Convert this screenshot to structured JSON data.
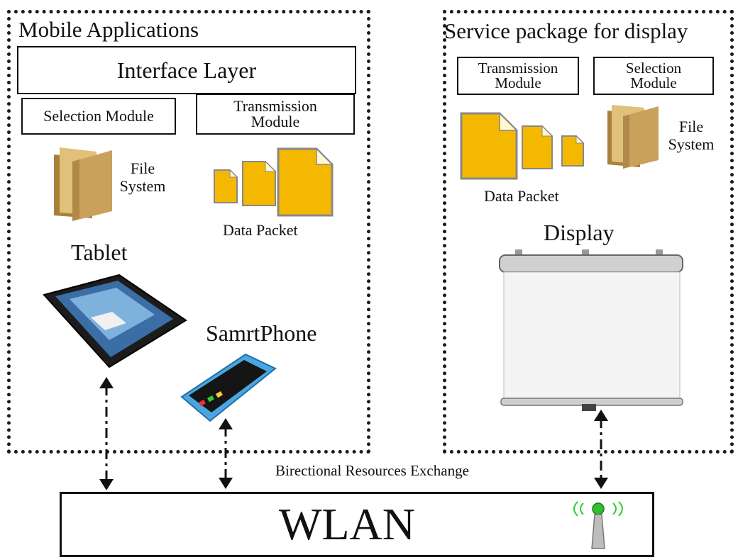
{
  "left_panel": {
    "title": "Mobile Applications",
    "interface_layer": "Interface Layer",
    "selection_module": "Selection Module",
    "transmission_module": "Transmission Module",
    "file_system": "File System",
    "data_packet": "Data Packet",
    "tablet": "Tablet",
    "smartphone": "SamrtPhone"
  },
  "right_panel": {
    "title": "Service package for display",
    "transmission_module": "Transmission Module",
    "selection_module": "Selection Module",
    "file_system": "File System",
    "data_packet": "Data Packet",
    "display": "Display"
  },
  "exchange_label": "Birectional Resources Exchange",
  "wlan_label": "WLAN",
  "colors": {
    "folder": "#c9a15a",
    "file": "#f5b800",
    "antenna_led": "#2fbf2f"
  },
  "icons": [
    "folder-icon",
    "file-icon",
    "tablet-icon",
    "smartphone-icon",
    "projector-screen-icon",
    "antenna-icon"
  ]
}
